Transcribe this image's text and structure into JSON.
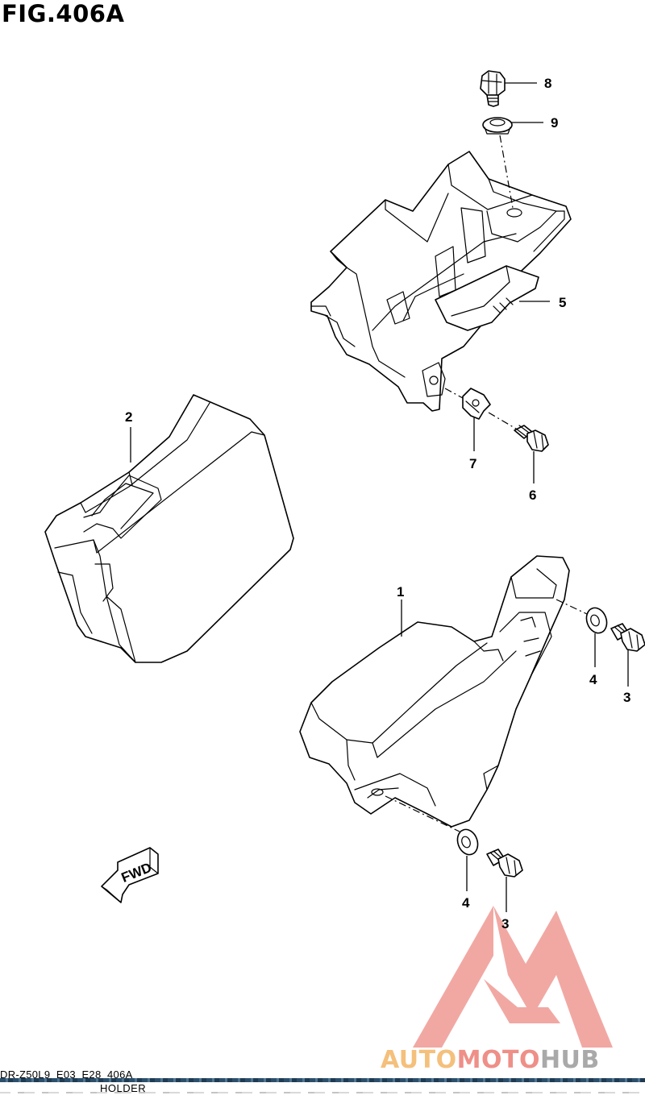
{
  "figure": {
    "title": "FIG.406A"
  },
  "callouts": [
    {
      "id": "1",
      "text": "1"
    },
    {
      "id": "2",
      "text": "2"
    },
    {
      "id": "3a",
      "text": "3"
    },
    {
      "id": "3b",
      "text": "3"
    },
    {
      "id": "4a",
      "text": "4"
    },
    {
      "id": "4b",
      "text": "4"
    },
    {
      "id": "5",
      "text": "5"
    },
    {
      "id": "6",
      "text": "6"
    },
    {
      "id": "7",
      "text": "7"
    },
    {
      "id": "8",
      "text": "8"
    },
    {
      "id": "9",
      "text": "9"
    }
  ],
  "fwd_arrow": {
    "label": "FWD"
  },
  "footer": {
    "code": "DR-Z50L9_E03_E28_406A",
    "name": "HOLDER"
  },
  "watermark": {
    "part1": "AUTO",
    "part2": "MOTO",
    "part3": "HUB",
    "colors": {
      "auto": "#f4c07c",
      "moto": "#ee8f88",
      "hub": "#a9a9a9",
      "triangle": "#ef9a93"
    }
  }
}
